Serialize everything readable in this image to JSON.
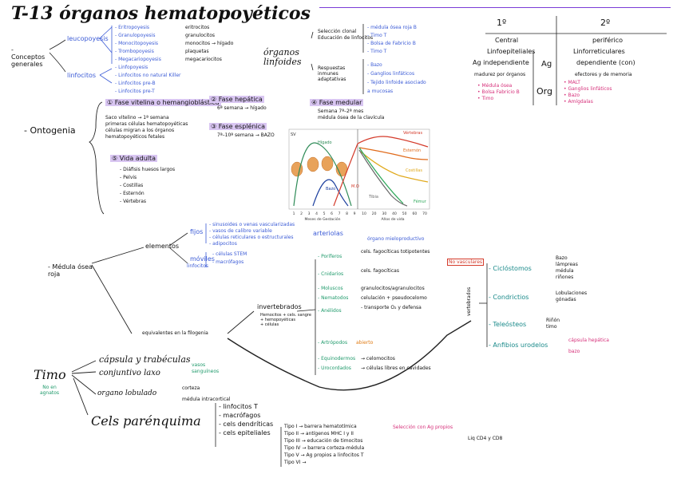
{
  "title": "T-13 órganos hematopoyéticos",
  "header_line_color": "#7a3bd6",
  "conceptos": {
    "label": "- Conceptos generales",
    "tree_a": "leucopoyesis",
    "tree_b": "linfocitos",
    "items": [
      "- Eritropoyesis",
      "- Granulopoyesis",
      "- Monocitopoyesis",
      "- Trombopoyesis",
      "- Megacariopoyesis",
      "- Linfopoyesis",
      "- Linfocitos no natural Killer",
      "- Linfocitos pre-B",
      "- Linfocitos pre-T"
    ],
    "notes": [
      "eritrocitos",
      "granulocitos",
      "monocitos → hígado",
      "plaquetas",
      "megacariocitos"
    ],
    "organos": "órganos linfoides",
    "sub1": [
      "Selección clonal",
      "Educación de linfocitos"
    ],
    "sub1_items": [
      "- médula ósea roja B",
      "- Timo T",
      "- Bolsa de Fabricio B",
      "- Timo T"
    ],
    "sub2": [
      "Respuestas inmunes adaptativas"
    ],
    "sub2_items": [
      "- Bazo",
      "- Ganglios linfáticos",
      "- Tejido linfoide asociado",
      "a mucosas"
    ]
  },
  "table": {
    "col1": "1º",
    "col2": "2º",
    "rows": [
      [
        "Central",
        "periférico"
      ],
      [
        "Linfoepiteliales",
        "Linforreticulares"
      ],
      [
        "Ag independiente",
        "dependiente (con)"
      ],
      [
        "madurez por órganos",
        "efectores y de memoria"
      ]
    ],
    "ag_label": "Ag",
    "org_label": "Org",
    "left_list": [
      "• Médula ósea",
      "• Bolsa Fabricio B",
      "• Timo"
    ],
    "right_list": [
      "• MALT",
      "• Ganglios linfáticos",
      "• Bazo",
      "• Amígdalas"
    ]
  },
  "ontogenia": {
    "label": "- Ontogenia",
    "fase1": "① Fase vitelina o hemangioblástica",
    "fase1_text": [
      "Saco vitelino → 1ª semana",
      "primeras células hematopoyéticas",
      "células migran a los órganos",
      "hematopoyéticos fetales"
    ],
    "fase2": "② Fase hepática",
    "fase2_text": "6ª semana → hígado",
    "fase3": "③ Fase esplénica",
    "fase3_text": "7ª–10ª semana → BAZO",
    "fase4": "④ Fase medular",
    "fase4_text": [
      "Semana 7ª–2ª mes",
      "médula ósea de la clavícula"
    ],
    "fase5": "⑤ Vida adulta",
    "fase5_items": [
      "- Diáfisis huesos largos",
      "- Pelvis",
      "- Costillas",
      "- Esternón",
      "- Vértebras"
    ]
  },
  "chart_data": {
    "type": "line",
    "xlabel_left": "Meses de Gestación",
    "xlabel_right": "Años de vida",
    "ylabel": "SV",
    "left_ticks": [
      "1",
      "2",
      "3",
      "4",
      "5",
      "6",
      "7",
      "8",
      "9"
    ],
    "right_ticks": [
      "10",
      "20",
      "30",
      "40",
      "50",
      "60",
      "70"
    ],
    "series": [
      {
        "name": "Hígado",
        "color": "#2e8b57"
      },
      {
        "name": "Bazo",
        "color": "#1c3f9e"
      },
      {
        "name": "M.O",
        "color": "#d43a2a"
      },
      {
        "name": "Vértebras",
        "color": "#d43a2a"
      },
      {
        "name": "Esternón",
        "color": "#e06a1a"
      },
      {
        "name": "Costillas",
        "color": "#e0a81a"
      },
      {
        "name": "Tibia",
        "color": "#6a6a6a"
      },
      {
        "name": "Fémur",
        "color": "#2ea85a"
      }
    ]
  },
  "medula": {
    "label": "- Médula ósea roja",
    "elementos": "elementos",
    "fijos": "fijos",
    "fijos_items": [
      "- sinusoides o venas vascularizadas",
      "- vasos de calibre variable",
      "- células reticulares o estructurales",
      "- adipocitos"
    ],
    "arteriolas": "arteriolas",
    "organos_mieloproductivos": "órgano mieloproductivo",
    "moviles": "móviles",
    "moviles_sub": "linfocitos",
    "moviles_items": [
      "- células STEM",
      "- macrófagos"
    ],
    "equivalentes": "equivalentes en la filogenia",
    "invertebrados": "invertebrados",
    "invert_sub": [
      "Hemocitos + cels. sangre",
      "+ hemopoyéticas",
      "+ células"
    ],
    "groups": [
      {
        "name": "- Poríferos",
        "text": "cels. fagocíticas totipotentes"
      },
      {
        "name": "- Cnidarios",
        "text": "cels. fagocíticas"
      },
      {
        "name": "- Moluscos",
        "text": "granulocitos/agranulocitos"
      },
      {
        "name": "- Nematodos",
        "text": "celulación + pseudocelomo"
      },
      {
        "name": "- Anélidos",
        "text": "- transporte O₂ y defensa"
      },
      {
        "name": "- Artrópodos",
        "text": "abierto"
      },
      {
        "name": "- Equinodermos",
        "text": "→ celomocitos"
      },
      {
        "name": "- Urocordados",
        "text": "→ células libres en cavidades"
      }
    ],
    "no_vasculares": "No vasculares",
    "vertebrados": "vertebrados",
    "peces": [
      {
        "name": "- Ciclóstomos",
        "notes": [
          "Bazo",
          "lámpreas",
          "médula",
          "riñones"
        ]
      },
      {
        "name": "- Condrictios",
        "notes": [
          "Lobulaciones",
          "gónadas"
        ]
      },
      {
        "name": "- Teleósteos",
        "notes": [
          "Riñón",
          "timo"
        ]
      },
      {
        "name": "- Anfibios urodelos",
        "notes": [
          "cápsula hepática",
          "bazo"
        ]
      }
    ]
  },
  "timo": {
    "label": "Timo",
    "sub": "No en agnatos",
    "items": [
      "cápsula y trabéculas",
      "conjuntivo laxo",
      "organo lobulado",
      "Cels parénquima"
    ],
    "conj_notes": [
      "vasos",
      "sanguíneos"
    ],
    "lob_notes": [
      "corteza",
      "médula intracortical"
    ],
    "cels": [
      "- linfocitos T",
      "- macrófagos",
      "- cels dendríticas",
      "- cels epiteliales"
    ],
    "tipos": [
      "Tipo I → barrera hematotímica",
      "Tipo II → antígenos MHC I y II",
      "Tipo III → educación de timocitos",
      "Tipo IV → barrera corteza-médula",
      "Tipo V → Ag propios a linfocitos T",
      "Tipo VI →"
    ],
    "notes_right": [
      "Selección con Ag propios",
      "Liq CD4 y CD8"
    ]
  }
}
